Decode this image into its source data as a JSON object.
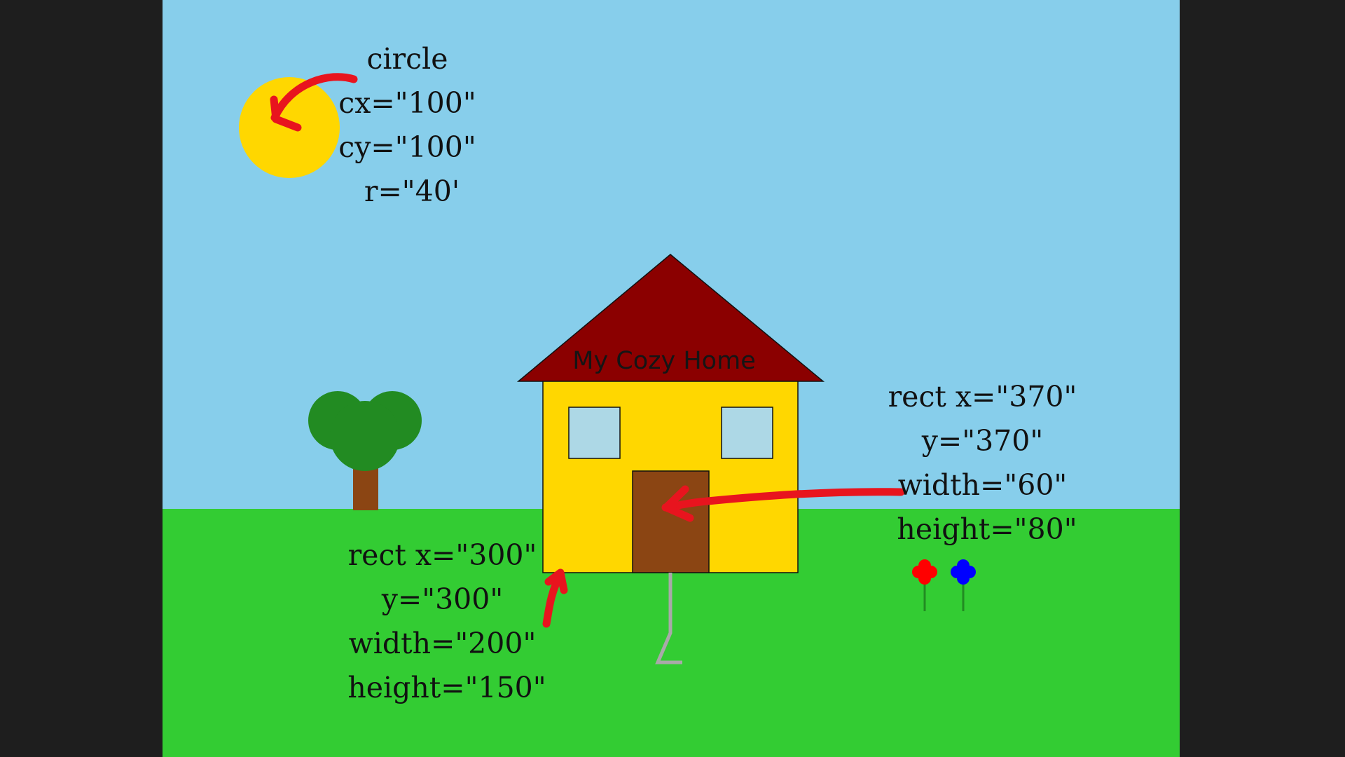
{
  "colors": {
    "frame": "#1e1e1e",
    "sky": "#87ceeb",
    "grass": "#33cc33",
    "sun": "#ffd700",
    "house_wall": "#ffd700",
    "roof": "#8b0000",
    "window": "#add8e6",
    "door": "#8b4513",
    "tree_leaves": "#228b22",
    "tree_trunk": "#8b4513",
    "path": "#a9a9a9",
    "flower_red": "#ff0000",
    "flower_blue": "#0000ff",
    "flower_stem": "#228b22",
    "annotation_arrow": "#e8141e"
  },
  "house": {
    "sign_text": "My Cozy Home"
  },
  "annotations": {
    "sun_note": {
      "lines": [
        "circle",
        "cx=\"100\"",
        "cy=\"100\"",
        "r=\"40'"
      ]
    },
    "house_note": {
      "lines": [
        "rect x=\"300\"",
        "y=\"300\"",
        "width=\"200\"",
        "height=\"150\""
      ]
    },
    "door_note": {
      "lines": [
        "rect x=\"370\"",
        "y=\"370\"",
        "width=\"60\"",
        "height=\"80\""
      ]
    }
  }
}
